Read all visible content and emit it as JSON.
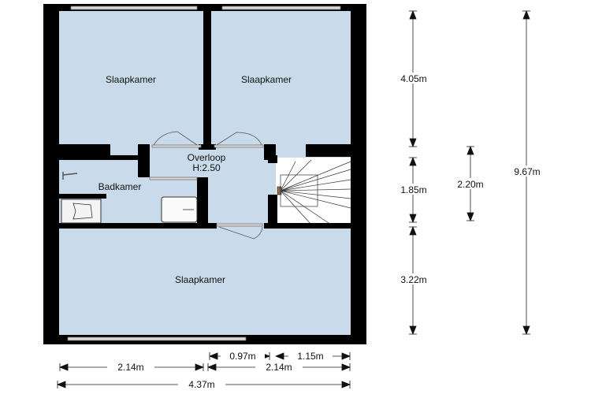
{
  "rooms": {
    "bedroom_top_left": "Slaapkamer",
    "bedroom_top_right": "Slaapkamer",
    "landing": "Overloop",
    "landing_height": "H:2.50",
    "bathroom": "Badkamer",
    "bedroom_bottom": "Slaapkamer"
  },
  "dimensions": {
    "top_depth": "4.05m",
    "middle_depth": "1.85m",
    "stair_depth": "2.20m",
    "bottom_depth": "3.22m",
    "total_depth": "9.67m",
    "landing_width": "0.97m",
    "stair_width": "1.15m",
    "left_width": "2.14m",
    "right_width": "2.14m",
    "total_width": "4.37m"
  },
  "colors": {
    "room_fill": "#c9dbea",
    "wall": "#000000"
  }
}
